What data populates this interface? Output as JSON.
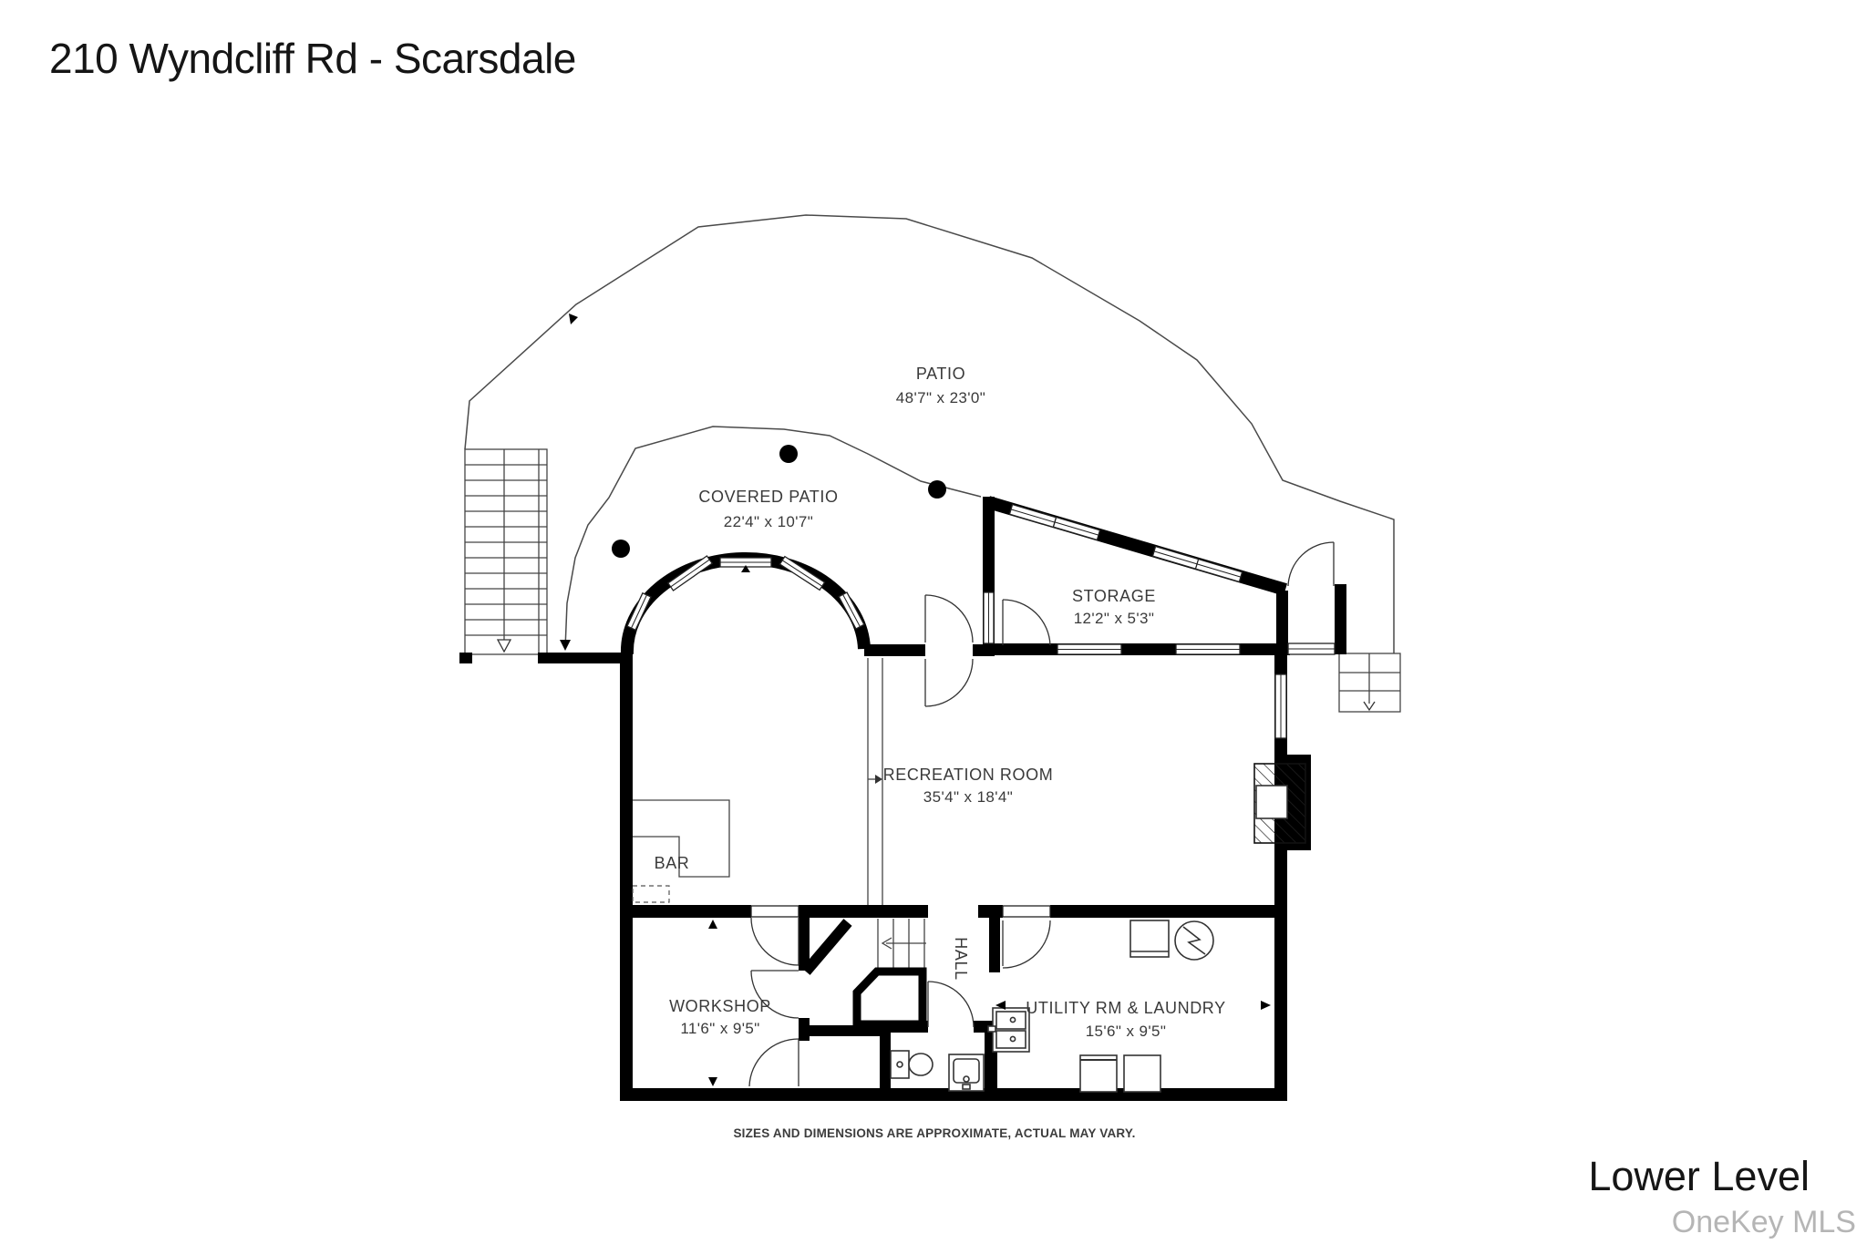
{
  "title": "210 Wyndcliff Rd - Scarsdale",
  "floor_label": "Lower Level",
  "watermark": "OneKey MLS",
  "disclaimer": "SIZES AND DIMENSIONS ARE APPROXIMATE, ACTUAL MAY VARY.",
  "rooms": {
    "patio": {
      "name": "PATIO",
      "dims": "48'7\" x 23'0\""
    },
    "covered_patio": {
      "name": "COVERED PATIO",
      "dims": "22'4\" x 10'7\""
    },
    "storage": {
      "name": "STORAGE",
      "dims": "12'2\" x 5'3\""
    },
    "recreation": {
      "name": "RECREATION ROOM",
      "dims": "35'4\" x 18'4\""
    },
    "bar": {
      "name": "BAR",
      "dims": ""
    },
    "workshop": {
      "name": "WORKSHOP",
      "dims": "11'6\" x 9'5\""
    },
    "hall": {
      "name": "HALL",
      "dims": ""
    },
    "utility": {
      "name": "UTILITY RM & LAUNDRY",
      "dims": "15'6\" x 9'5\""
    }
  },
  "colors": {
    "walls": "#000000",
    "outline": "#4a4a4a",
    "text": "#3a3a3a",
    "watermark": "#b5b5b5",
    "background": "#ffffff"
  }
}
